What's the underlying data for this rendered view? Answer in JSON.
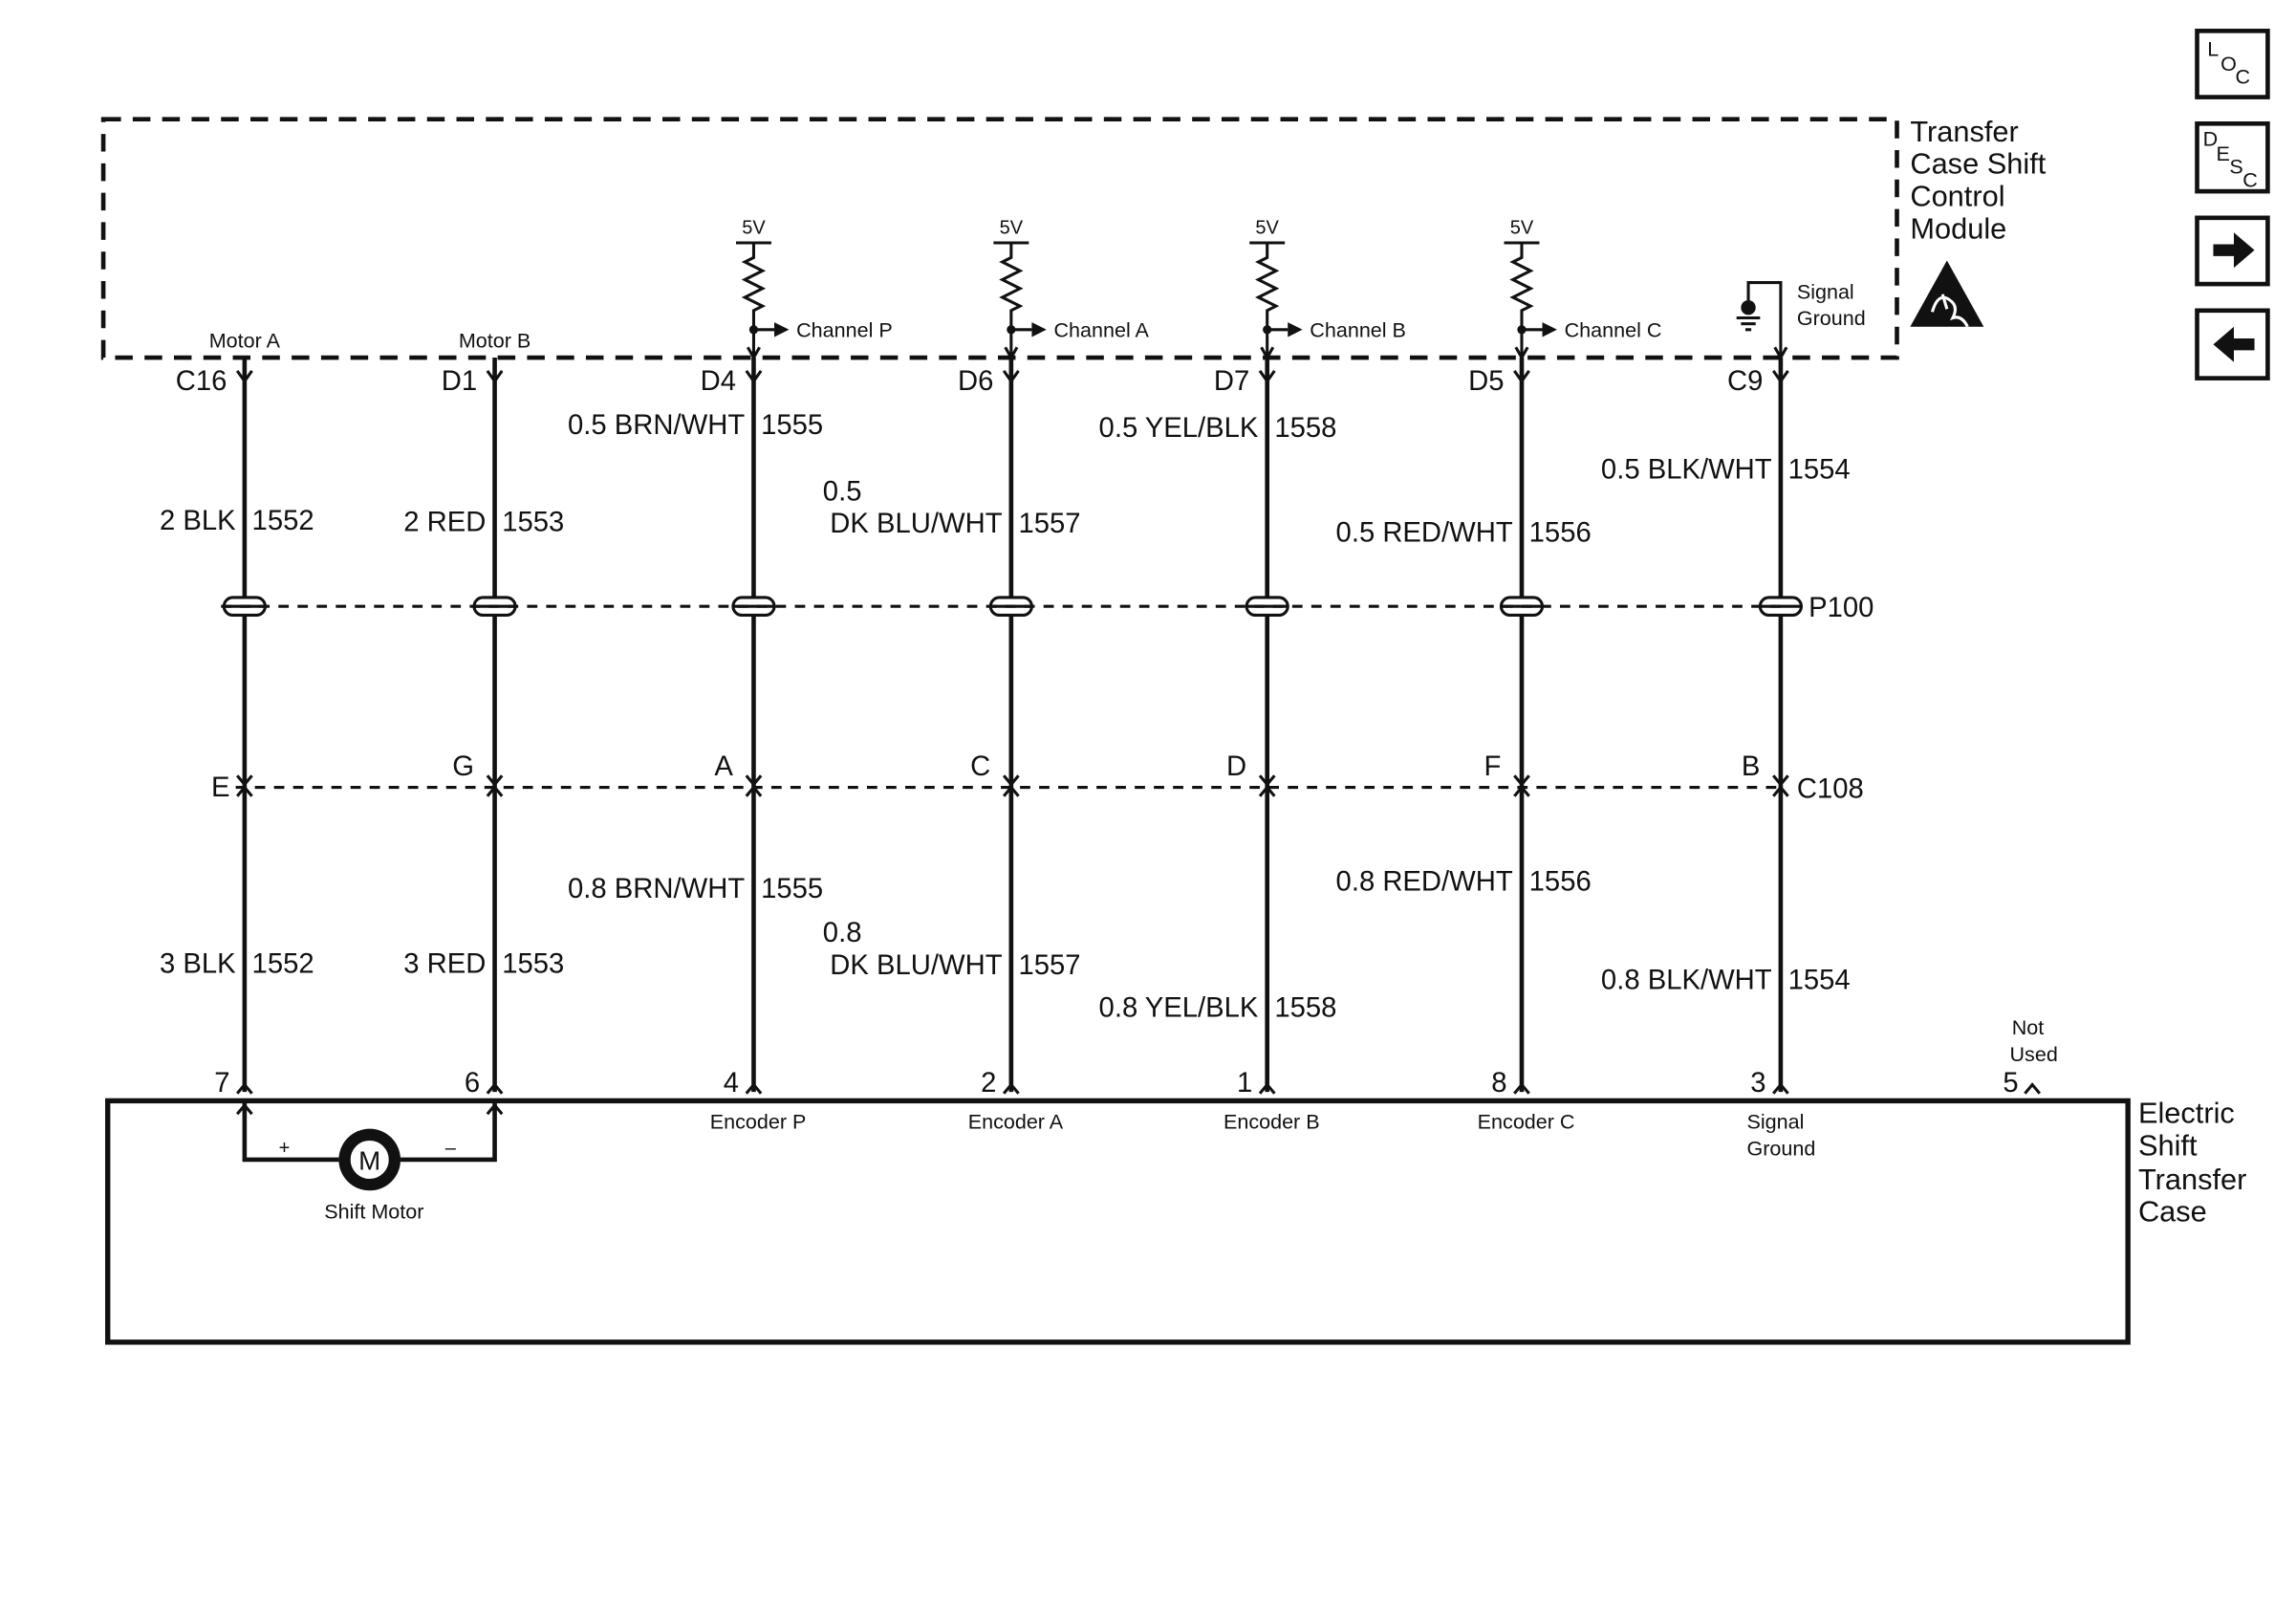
{
  "module": {
    "name_lines": [
      "Transfer",
      "Case Shift",
      "Control",
      "Module"
    ],
    "ground_label_lines": [
      "Signal",
      "Ground"
    ]
  },
  "transfer_case": {
    "name_lines": [
      "Electric",
      "Shift",
      "Transfer",
      "Case"
    ],
    "motor_symbol": "M",
    "motor_plus": "+",
    "motor_minus": "–",
    "motor_label": "Shift Motor"
  },
  "voltage_label": "5V",
  "connector_p100": "P100",
  "connector_c108": "C108",
  "not_used_lines": [
    "Not",
    "Used"
  ],
  "not_used_pin": "5",
  "circuits": [
    {
      "module_label": "Motor A",
      "module_pin": "C16",
      "upper_wire": [
        "2 BLK"
      ],
      "upper_circuit": "1552",
      "c108_pin": "E",
      "lower_wire": [
        "3 BLK"
      ],
      "lower_circuit": "1552",
      "case_pin": "7",
      "case_label": []
    },
    {
      "module_label": "Motor B",
      "module_pin": "D1",
      "upper_wire": [
        "2 RED"
      ],
      "upper_circuit": "1553",
      "c108_pin": "G",
      "lower_wire": [
        "3 RED"
      ],
      "lower_circuit": "1553",
      "case_pin": "6",
      "case_label": []
    },
    {
      "module_label": "Channel P",
      "module_pin": "D4",
      "upper_wire": [
        "0.5 BRN/WHT"
      ],
      "upper_circuit": "1555",
      "c108_pin": "A",
      "lower_wire": [
        "0.8 BRN/WHT"
      ],
      "lower_circuit": "1555",
      "case_pin": "4",
      "case_label": [
        "Encoder P"
      ]
    },
    {
      "module_label": "Channel A",
      "module_pin": "D6",
      "upper_wire": [
        "0.5",
        "DK BLU/WHT"
      ],
      "upper_circuit": "1557",
      "c108_pin": "C",
      "lower_wire": [
        "0.8",
        "DK BLU/WHT"
      ],
      "lower_circuit": "1557",
      "case_pin": "2",
      "case_label": [
        "Encoder A"
      ]
    },
    {
      "module_label": "Channel B",
      "module_pin": "D7",
      "upper_wire": [
        "0.5 YEL/BLK"
      ],
      "upper_circuit": "1558",
      "c108_pin": "D",
      "lower_wire": [
        "0.8 YEL/BLK"
      ],
      "lower_circuit": "1558",
      "case_pin": "1",
      "case_label": [
        "Encoder B"
      ]
    },
    {
      "module_label": "Channel C",
      "module_pin": "D5",
      "upper_wire": [
        "0.5 RED/WHT"
      ],
      "upper_circuit": "1556",
      "c108_pin": "F",
      "lower_wire": [
        "0.8 RED/WHT"
      ],
      "lower_circuit": "1556",
      "case_pin": "8",
      "case_label": [
        "Encoder C"
      ]
    },
    {
      "module_label": "",
      "module_pin": "C9",
      "upper_wire": [
        "0.5 BLK/WHT"
      ],
      "upper_circuit": "1554",
      "c108_pin": "B",
      "lower_wire": [
        "0.8 BLK/WHT"
      ],
      "lower_circuit": "1554",
      "case_pin": "3",
      "case_label": [
        "Signal",
        "Ground"
      ]
    }
  ],
  "nav": {
    "loc_letters": [
      "L",
      "O",
      "C"
    ],
    "desc_letters": [
      "D",
      "E",
      "S",
      "C"
    ],
    "next_icon": "arrow-right",
    "prev_icon": "arrow-left"
  }
}
